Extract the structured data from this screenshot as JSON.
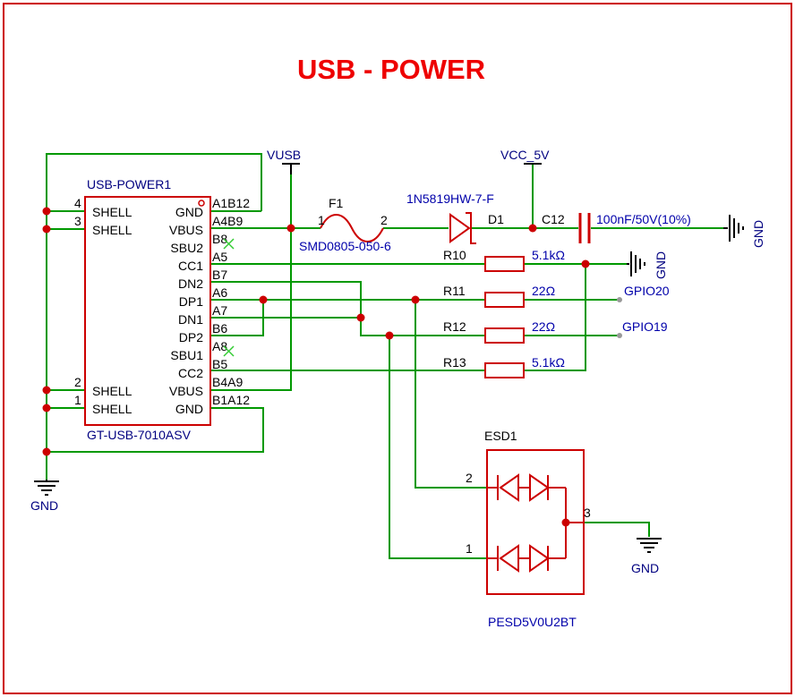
{
  "title": "USB - POWER",
  "connector": {
    "designator": "USB-POWER1",
    "part": "GT-USB-7010ASV",
    "left_pins": [
      {
        "num": "4",
        "name": "SHELL"
      },
      {
        "num": "3",
        "name": "SHELL"
      },
      {
        "num": "2",
        "name": "SHELL"
      },
      {
        "num": "1",
        "name": "SHELL"
      }
    ],
    "right_pins": [
      {
        "name": "GND",
        "num": "A1B12"
      },
      {
        "name": "VBUS",
        "num": "A4B9"
      },
      {
        "name": "SBU2",
        "num": "B8"
      },
      {
        "name": "CC1",
        "num": "A5"
      },
      {
        "name": "DN2",
        "num": "B7"
      },
      {
        "name": "DP1",
        "num": "A6"
      },
      {
        "name": "DN1",
        "num": "A7"
      },
      {
        "name": "DP2",
        "num": "B6"
      },
      {
        "name": "SBU1",
        "num": "A8"
      },
      {
        "name": "CC2",
        "num": "B5"
      },
      {
        "name": "VBUS",
        "num": "B4A9"
      },
      {
        "name": "GND",
        "num": "B1A12"
      }
    ]
  },
  "nets": {
    "vusb": "VUSB",
    "vcc": "VCC_5V",
    "gnd": "GND",
    "gpio20": "GPIO20",
    "gpio19": "GPIO19"
  },
  "fuse": {
    "ref": "F1",
    "part": "SMD0805-050-6",
    "pin1": "1",
    "pin2": "2"
  },
  "diode": {
    "ref": "D1",
    "part": "1N5819HW-7-F"
  },
  "capacitor": {
    "ref": "C12",
    "value": "100nF/50V(10%)"
  },
  "resistors": [
    {
      "ref": "R10",
      "value": "5.1kΩ"
    },
    {
      "ref": "R11",
      "value": "22Ω"
    },
    {
      "ref": "R12",
      "value": "22Ω"
    },
    {
      "ref": "R13",
      "value": "5.1kΩ"
    }
  ],
  "esd": {
    "ref": "ESD1",
    "part": "PESD5V0U2BT",
    "pin1": "1",
    "pin2": "2",
    "pin3": "3"
  }
}
